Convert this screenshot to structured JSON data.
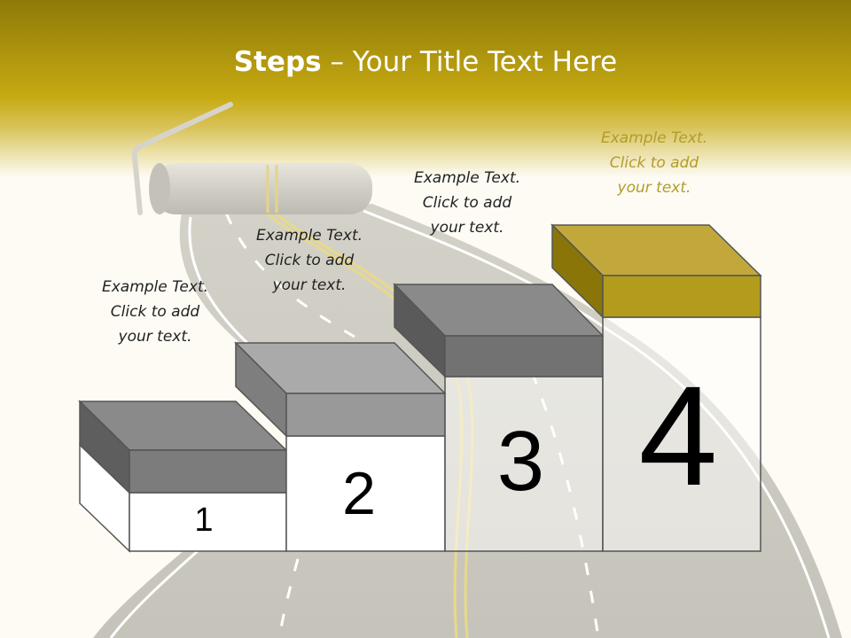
{
  "slide": {
    "title_bold": "Steps",
    "title_rest": " – Your Title Text Here",
    "steps": [
      {
        "number": "1",
        "caption_lines": [
          "Example Text.",
          "Click  to add",
          "your text."
        ]
      },
      {
        "number": "2",
        "caption_lines": [
          "Example Text.",
          "Click  to add",
          "your text."
        ]
      },
      {
        "number": "3",
        "caption_lines": [
          "Example Text.",
          "Click  to add",
          "your text."
        ]
      },
      {
        "number": "4",
        "caption_lines": [
          "Example Text.",
          "Click  to add",
          "your text."
        ]
      }
    ]
  },
  "colors": {
    "header_gold": "#c9ad10",
    "accent_gold": "#b39c1c",
    "road": "#cbc9bf",
    "step_dark": "#7a7a7a"
  }
}
